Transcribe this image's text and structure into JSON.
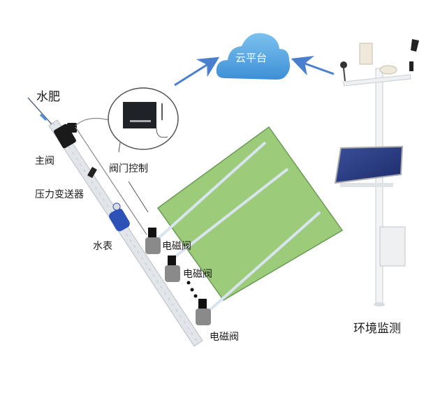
{
  "diagram": {
    "cloud": {
      "label": "云平台"
    },
    "labels": {
      "water_fertilizer": "水肥",
      "main_valve": "主阀",
      "pressure_transmitter": "压力变送器",
      "valve_control": "阀门控制",
      "water_meter": "水表",
      "solenoid_valves": [
        "电磁阀",
        "电磁阀",
        "电磁阀"
      ],
      "env_monitoring": "环境监测"
    },
    "colors": {
      "cloud": "#4aa3e0",
      "arrow": "#4a7fd0",
      "field": "#9ccc7a",
      "field_border": "#6a9a55",
      "pipe": "#d8dde2",
      "valve": "#8a8a8a",
      "meter": "#2c52b8"
    }
  }
}
